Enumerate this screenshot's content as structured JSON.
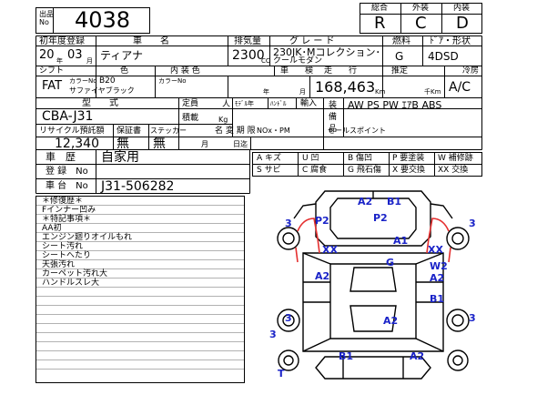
{
  "header": {
    "lot_label": "出品\nNo",
    "lot_number": "4038",
    "overall_label": "総合",
    "exterior_label": "外装",
    "interior_label": "内装",
    "overall_value": "R",
    "exterior_value": "C",
    "interior_value": "D"
  },
  "row1": {
    "first_reg_label": "初年度登録",
    "car_name_label": "車　　名",
    "displacement_label": "排気量",
    "grade_label": "グ レ ー ド",
    "fuel_label": "燃料",
    "door_shape_label": "ﾄﾞｱ・形状",
    "year": "20",
    "month": "03",
    "year_unit": "年",
    "month_unit": "月",
    "car_name": "ティアナ",
    "displacement": "2300",
    "cc_unit": "CC",
    "grade_line1": "230JK･Mコレクション･",
    "grade_line2": "クールモダン",
    "fuel": "G",
    "door_shape": "4DSD"
  },
  "row2": {
    "shift_label": "シフト",
    "color_label": "色",
    "interior_color_label": "内 装 色",
    "inspection_label": "車　　検",
    "mileage_label": "走　　行",
    "estimate_label": "推定",
    "ac_label": "冷房",
    "shift": "FAT",
    "color_no_label": "カラーNo",
    "color_no": "B20",
    "color_name": "サファイヤブラック",
    "interior_color_no_label": "カラーNo",
    "inspection_year_unit": "年",
    "inspection_month_unit": "月",
    "mileage": "168,463",
    "km_unit": "Km",
    "thousand_km_unit": "千Km",
    "ac": "A/C"
  },
  "row3": {
    "model_label": "型　　式",
    "capacity_label": "定員",
    "person_unit": "人",
    "model_year_label": "ﾓﾃﾞﾙ年",
    "handle_label": "ﾊﾝﾄﾞﾙ",
    "import_label": "輸入",
    "equipment_label": "装\n備\n品",
    "load_label": "積載",
    "kg_unit": "Kg",
    "model": "CBA-J31",
    "equipment": "AW PS PW ｴｱB ABS"
  },
  "row4": {
    "recycle_label": "リサイクル預託額",
    "warranty_label": "保証書",
    "sticker_label": "ステッカー",
    "name_change_label": "名 変 期 限",
    "nox_label": "NOx・PM",
    "selling_point_label": "セールスポイント",
    "recycle_amount": "12,340",
    "warranty": "無",
    "sticker": "無",
    "name_change_month_unit": "月",
    "name_change_day_unit": "日迄"
  },
  "history": {
    "usage_label": "車　歴",
    "usage": "自家用",
    "reg_no_label": "登 録　No",
    "chassis_no_label": "車 台　No",
    "chassis_no": "J31-506282"
  },
  "legend": {
    "a": "A キズ",
    "u": "U 凹",
    "b": "B 傷凹",
    "p": "P 要塗装",
    "w": "W 補修跡",
    "s": "S サビ",
    "c": "C 腐食",
    "g": "G 飛石傷",
    "x": "X 要交換",
    "xx": "XX 交換"
  },
  "notes": {
    "repair_header": "＊修復歴＊",
    "repair_items": [
      "Fインナー凹み"
    ],
    "special_header": "＊特記事項＊",
    "special_items": [
      "AA初",
      "エンジン廻りオイルもれ",
      "シート汚れ",
      "シートへたり",
      "天張汚れ",
      "カーペット汚れ大",
      "ハンドルスレ大"
    ]
  },
  "diagram": {
    "marks": {
      "a2_top": "A2",
      "b1_top": "B1",
      "p2_left": "P2",
      "p2_roof": "P2",
      "three_top_left": "3",
      "three_top_right": "3",
      "a1_right": "A1",
      "xx_left": "XX",
      "xx_right": "XX",
      "g_center": "G",
      "w2_right": "W2",
      "a2_right": "A2",
      "a2_left": "A2",
      "b1_right": "B1",
      "three_mid_left": "3",
      "three_mid_right": "3",
      "a2_bottom": "A2",
      "three_bottom_left": "3",
      "b1_bottom": "B1",
      "a2_bottom_right": "A2",
      "t_bottom": "T"
    },
    "colors": {
      "mark": "#1a23c8",
      "highlight": "#e53030"
    }
  }
}
